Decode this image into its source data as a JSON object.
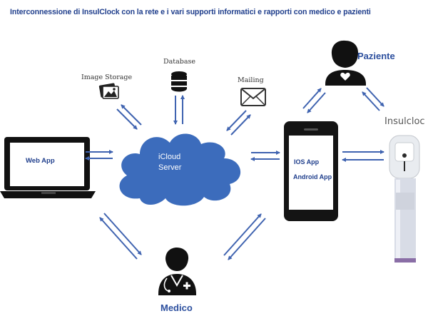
{
  "title": "Interconnessione di InsulClock con la rete e i vari supporti informatici e rapporti con medico e pazienti",
  "nodes": {
    "web_app": "Web App",
    "cloud_line1": "iCloud",
    "cloud_line2": "Server",
    "image_storage": "Image Storage",
    "database": "Database",
    "mailing": "Mailing",
    "ios_app": "IOS App",
    "android_app": "Android App",
    "paziente": "Paziente",
    "medico": "Medico",
    "insulclock": "Insulcloc"
  },
  "colors": {
    "arrow": "#3f63b0",
    "cloud": "#3c6cbc",
    "title": "#1f3e8c",
    "device": "#141414"
  },
  "icons": [
    "laptop-icon",
    "cloud-icon",
    "photo-icon",
    "database-icon",
    "envelope-icon",
    "phone-icon",
    "patient-icon",
    "doctor-icon",
    "insulin-pen-icon"
  ]
}
